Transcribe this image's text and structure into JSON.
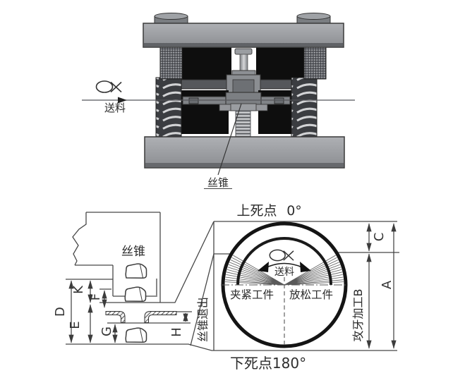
{
  "press_view": {
    "feed_label": "送料",
    "tap_label": "丝锥"
  },
  "stroke_schematic": {
    "tap_label": "丝锥",
    "tap_exit_label": "丝锥退出",
    "dim_letters": {
      "d": "D",
      "k": "K",
      "e": "E",
      "f": "F",
      "g": "G",
      "h": "H"
    }
  },
  "timing_diagram": {
    "top_dead_center": "上死点",
    "top_dead_center_angle": "0°",
    "bottom_dead_center": "下死点",
    "bottom_dead_center_angle": "180°",
    "clamp_label": "夹紧工件",
    "release_label": "放松工件",
    "feed_label": "送料",
    "tapping_label": "攻牙加工B",
    "dim_letters": {
      "c": "C",
      "a": "A"
    }
  },
  "colors": {
    "line": "#3c3c3c",
    "circle_stroke": "#141414",
    "plate_gray": "#96989c",
    "block_black": "#0e0e0e"
  }
}
